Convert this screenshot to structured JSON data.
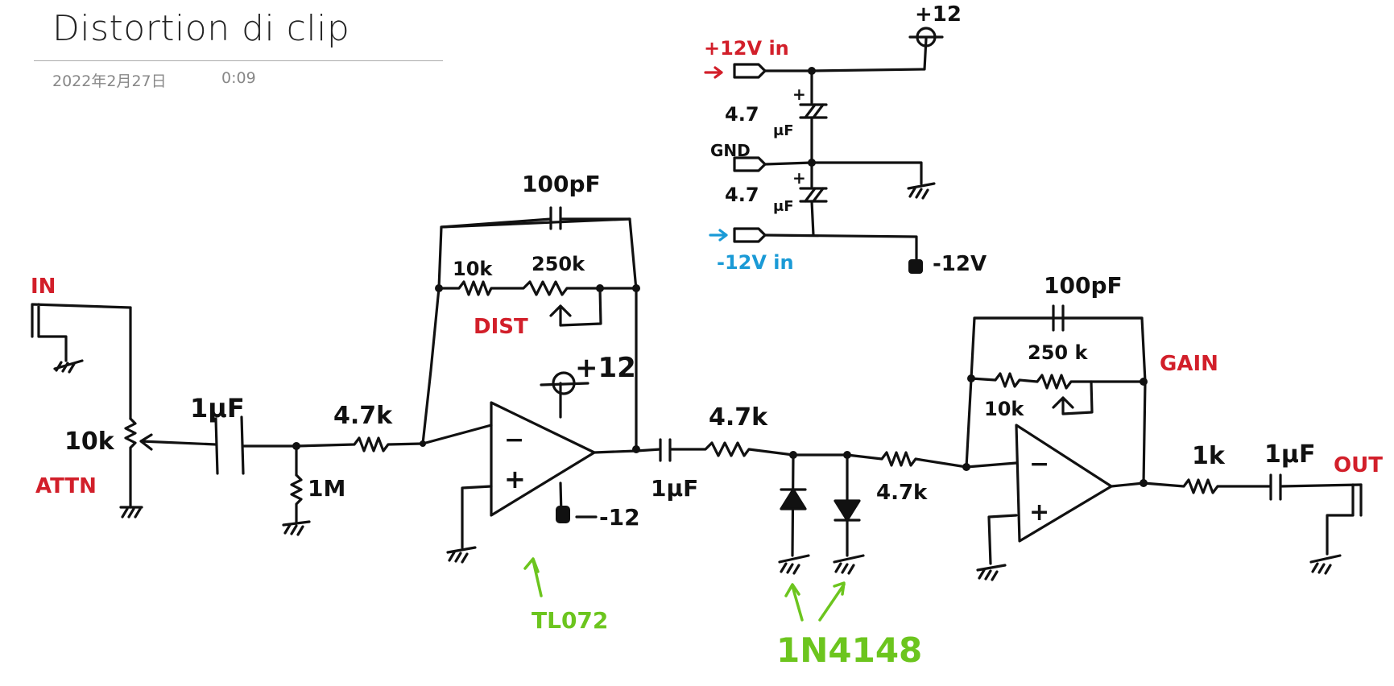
{
  "note": {
    "title": "Distortion di clip",
    "date": "2022年2月27日",
    "time": "0:09"
  },
  "colors": {
    "ink": "#111111",
    "red": "#d21f2a",
    "blue": "#1a9ad6",
    "green": "#6cc51e"
  },
  "labels": {
    "in": "IN",
    "attn": "ATTN",
    "pot_attn": "10k",
    "cap_in": "1μF",
    "r_bias": "1M",
    "r_in1": "4.7k",
    "cap_fb1": "100pF",
    "r_fb1a": "10k",
    "r_fb1b": "250k",
    "dist": "DIST",
    "vplus1": "+12",
    "vminus1": "-12",
    "opamp_part": "TL072",
    "cap_mid": "1μF",
    "r_mid": "4.7k",
    "r_clip": "4.7k",
    "diode_part": "1N4148",
    "cap_fb2": "100pF",
    "r_fb2b": "250 k",
    "r_fb2a": "10k",
    "gain": "GAIN",
    "r_out": "1k",
    "cap_out": "1μF",
    "out": "OUT",
    "supply_top": "+12",
    "supply_in_pos": "+12V in",
    "supply_cap1": "4.7",
    "supply_cap1_unit": "μF",
    "gnd": "GND",
    "supply_cap2": "4.7",
    "supply_cap2_unit": "μF",
    "supply_in_neg": "-12V in",
    "supply_neg": "-12V",
    "plus": "+",
    "minus": "−"
  }
}
